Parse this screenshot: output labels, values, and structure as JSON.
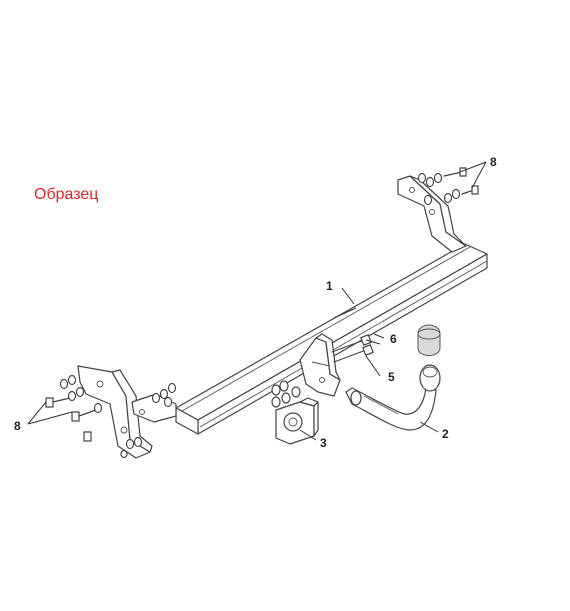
{
  "watermark": {
    "text": "Образец",
    "color": "#d42a2a"
  },
  "callouts": {
    "part_1": "1",
    "part_2": "2",
    "part_3": "3",
    "part_5": "5",
    "part_6": "6",
    "part_8_left": "8",
    "part_8_right": "8"
  },
  "colors": {
    "line": "#444444",
    "shade": "#d9d9d9",
    "background": "#ffffff"
  }
}
